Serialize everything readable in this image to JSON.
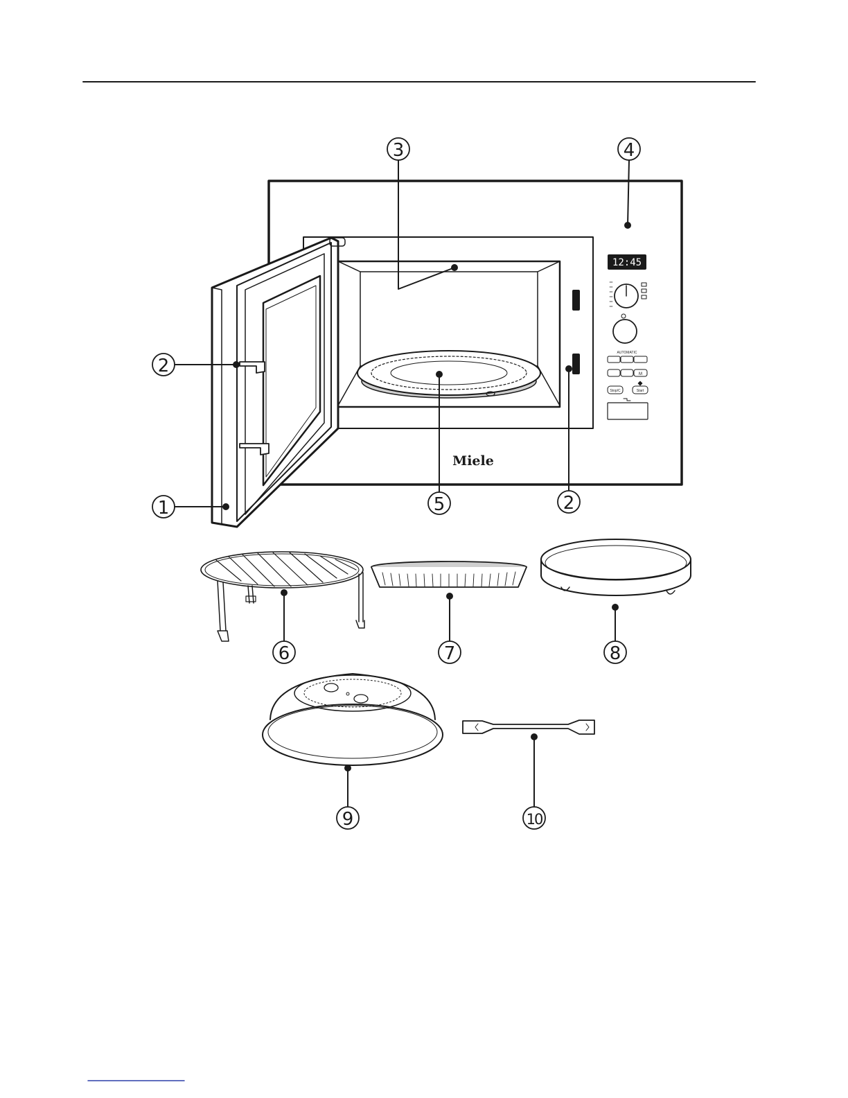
{
  "brand": {
    "name": "Miele"
  },
  "appliance": {
    "display_time": "12:45",
    "panel": {
      "automatic_label": "AUTOMATIC",
      "stop_label": "Stop/C",
      "start_label": "Start",
      "memory_label": "M"
    }
  },
  "callouts": [
    {
      "number": "1"
    },
    {
      "number": "2"
    },
    {
      "number": "2"
    },
    {
      "number": "3"
    },
    {
      "number": "4"
    },
    {
      "number": "5"
    },
    {
      "number": "6"
    },
    {
      "number": "7"
    },
    {
      "number": "8"
    },
    {
      "number": "9"
    },
    {
      "number": "10"
    }
  ],
  "colors": {
    "line": "#1a1a1a",
    "display_bg": "#1a1a1a",
    "display_text": "#ffffff",
    "shade": "#cfcfcf",
    "footer_rule": "#2b3fa8"
  }
}
